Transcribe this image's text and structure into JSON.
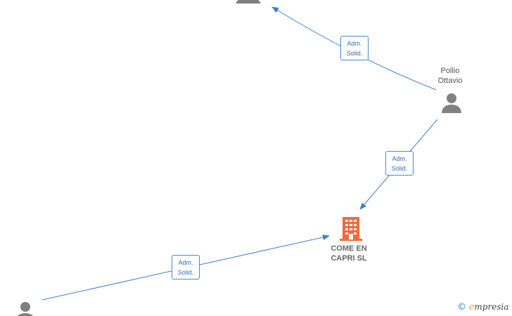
{
  "nodes": {
    "company_top": {
      "label_lines": []
    },
    "pollio": {
      "label_lines": [
        "Pollio",
        "Ottavio"
      ]
    },
    "come_en_capri": {
      "label_lines": [
        "COME EN",
        "CAPRI  SL"
      ]
    },
    "person_bottom": {
      "label_lines": []
    }
  },
  "edges": [
    {
      "label_lines": [
        "Adm.",
        "Solid."
      ]
    },
    {
      "label_lines": [
        "Adm.",
        "Solid."
      ]
    },
    {
      "label_lines": [
        "Adm.",
        "Solid."
      ]
    }
  ],
  "colors": {
    "edge": "#3c7fd3",
    "person_icon": "#808080",
    "company_primary": "#f26a3c",
    "company_secondary": "#808080"
  },
  "watermark": {
    "copyright": "©",
    "brand_initial": "e",
    "brand_rest": "mpresia"
  }
}
